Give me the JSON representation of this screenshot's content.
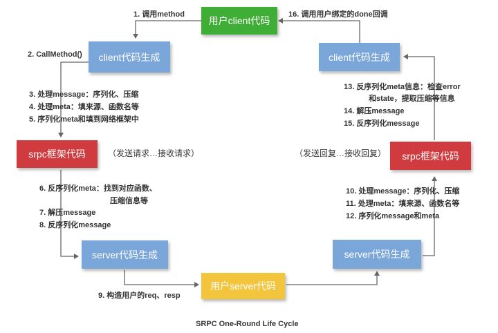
{
  "nodes": {
    "user_client": "用户client代码",
    "client_gen_left": "client代码生成",
    "srpc_left": "srpc框架代码",
    "server_gen_left": "server代码生成",
    "user_server": "用户server代码",
    "server_gen_right": "server代码生成",
    "srpc_right": "srpc框架代码",
    "client_gen_right": "client代码生成"
  },
  "steps": {
    "s1": "1. 调用method",
    "s2": "2. CallMethod()",
    "s3": "3. 处理message：序列化、压缩",
    "s4": "4. 处理meta：填来源、函数名等",
    "s5": "5. 序列化meta和填到网络框架中",
    "s6a": "6. 反序列化meta：找到对应函数、",
    "s6b": "压缩信息等",
    "s7": "7. 解压message",
    "s8": "8. 反序列化message",
    "s9": "9. 构造用户的req、resp",
    "s10": "10. 处理message：序列化、压缩",
    "s11": "11. 处理meta：填来源、函数名等",
    "s12": "12. 序列化message和meta",
    "s13a": "13. 反序列化meta信息：检查error",
    "s13b": "和state，提取压缩等信息",
    "s14": "14. 解压message",
    "s15": "15. 反序列化message",
    "s16": "16. 调用用户绑定的done回调"
  },
  "notes": {
    "left": "（发送请求…接收请求）",
    "right": "（发送回复…接收回复）"
  },
  "caption": "SRPC One-Round Life Cycle",
  "colors": {
    "green": "#3fae36",
    "blue": "#7aa6da",
    "red": "#cf3b3e",
    "yellow": "#f2c53d",
    "arrow": "#666666"
  }
}
